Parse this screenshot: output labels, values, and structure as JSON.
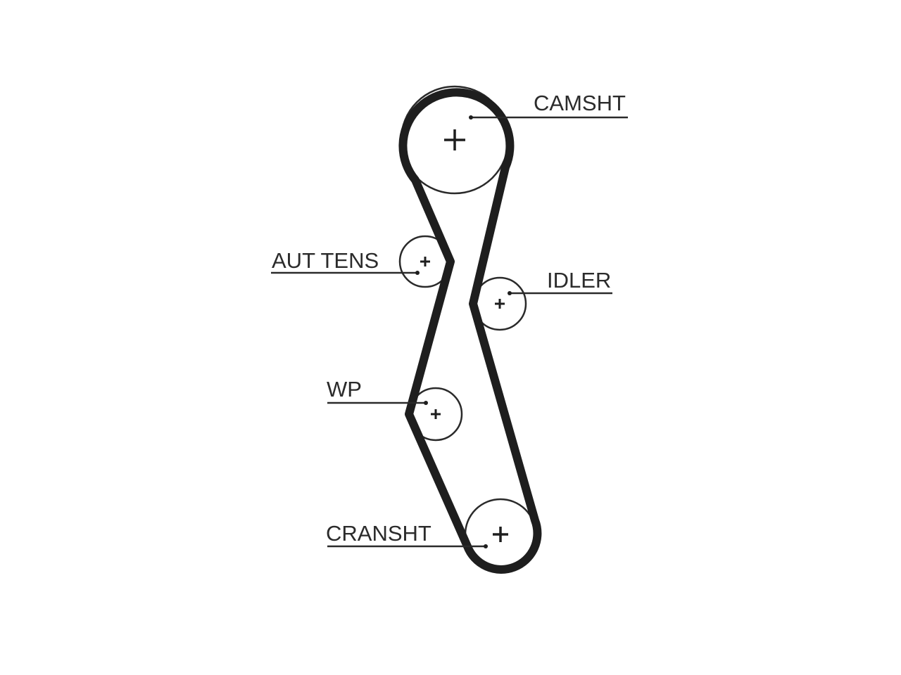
{
  "labels": {
    "camshaft": "CAMSHT",
    "auto_tensioner": "AUT TENS",
    "idler": "IDLER",
    "water_pump": "WP",
    "crankshaft": "CRANSHT"
  },
  "colors": {
    "belt": "#1e1e1e",
    "background": "#ffffff",
    "text": "#2b2b2b"
  }
}
